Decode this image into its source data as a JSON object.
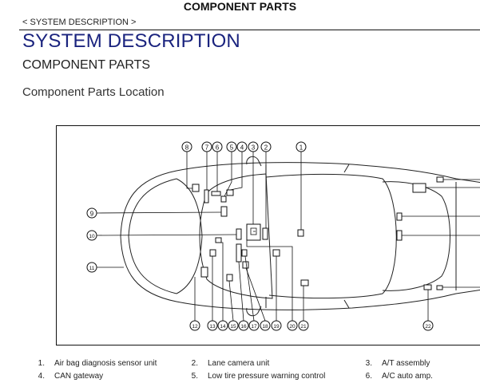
{
  "header": {
    "title": "COMPONENT PARTS",
    "breadcrumb": "< SYSTEM DESCRIPTION >"
  },
  "section": {
    "title": "SYSTEM DESCRIPTION",
    "subtitle": "COMPONENT PARTS",
    "subsubtitle": "Component Parts Location"
  },
  "figure": {
    "callouts_top": [
      "8",
      "7",
      "6",
      "5",
      "4",
      "3",
      "2",
      "1"
    ],
    "callouts_left": [
      "9",
      "10",
      "11"
    ],
    "callouts_bottom": [
      "12",
      "13",
      "14",
      "15",
      "16",
      "17",
      "18",
      "19",
      "20",
      "21",
      "22"
    ],
    "figure_id": "J"
  },
  "legend": [
    {
      "num": "1.",
      "text": "Air bag diagnosis sensor unit"
    },
    {
      "num": "2.",
      "text": "Lane camera unit"
    },
    {
      "num": "3.",
      "text": "A/T assembly"
    },
    {
      "num": "4.",
      "text": "CAN gateway"
    },
    {
      "num": "5.",
      "text": "Low tire pressure warning control"
    },
    {
      "num": "6.",
      "text": "A/C auto amp."
    }
  ]
}
